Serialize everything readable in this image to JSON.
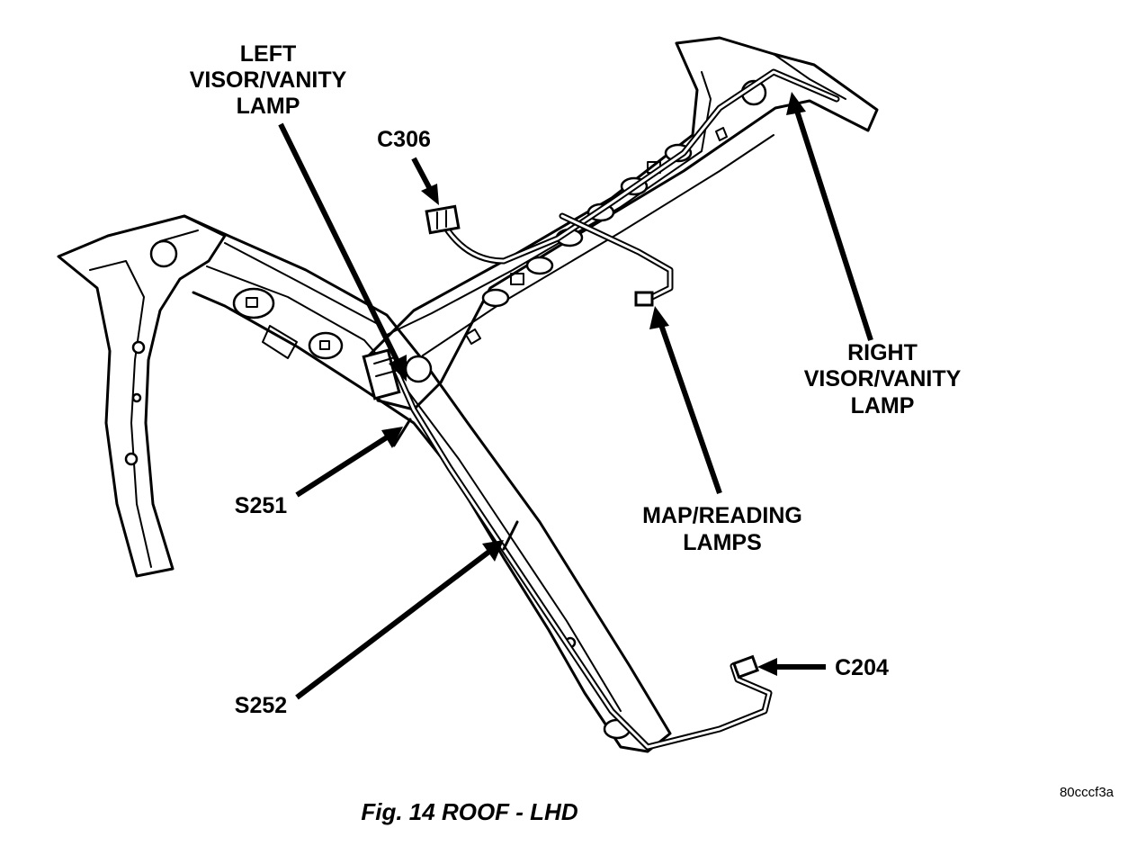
{
  "labels": {
    "left_visor_1": "LEFT",
    "left_visor_2": "VISOR/VANITY",
    "left_visor_3": "LAMP",
    "c306": "C306",
    "right_visor_1": "RIGHT",
    "right_visor_2": "VISOR/VANITY",
    "right_visor_3": "LAMP",
    "map_1": "MAP/READING",
    "map_2": "LAMPS",
    "s251": "S251",
    "s252": "S252",
    "c204": "C204"
  },
  "caption": "Fig. 14 ROOF - LHD",
  "reference_code": "80cccf3a"
}
